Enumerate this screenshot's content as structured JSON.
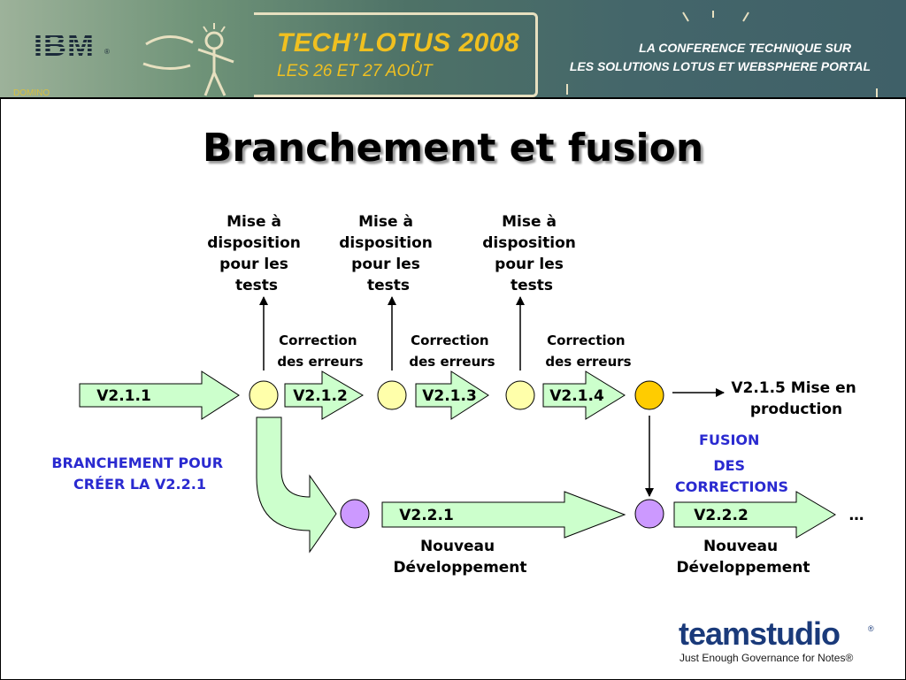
{
  "header": {
    "logo_text": "IBM",
    "logo_reg": "®",
    "corner_text": "DOMINO",
    "event_title": "TECH’LOTUS 2008",
    "event_dates": "LES 26 ET 27 AOÛT",
    "conference_line1": "LA CONFERENCE TECHNIQUE SUR",
    "conference_line2": "LES SOLUTIONS LOTUS ET WEBSPHERE PORTAL"
  },
  "slide": {
    "title": "Branchement et fusion"
  },
  "diagram": {
    "test_labels": [
      [
        "Mise à",
        "disposition",
        "pour les",
        "tests"
      ],
      [
        "Mise à",
        "disposition",
        "pour les",
        "tests"
      ],
      [
        "Mise à",
        "disposition",
        "pour les",
        "tests"
      ]
    ],
    "correction_labels": [
      [
        "Correction",
        "des erreurs"
      ],
      [
        "Correction",
        "des erreurs"
      ],
      [
        "Correction",
        "des erreurs"
      ]
    ],
    "main_versions": [
      "V2.1.1",
      "V2.1.2",
      "V2.1.3",
      "V2.1.4"
    ],
    "production_label": [
      "V2.1.5 Mise en",
      "production"
    ],
    "branch_label": [
      "BRANCHEMENT POUR",
      "CRÉER LA V2.2.1"
    ],
    "merge_label": [
      "FUSION",
      "DES",
      "CORRECTIONS"
    ],
    "branch_versions": [
      "V2.2.1",
      "V2.2.2"
    ],
    "dev_labels": [
      [
        "Nouveau",
        "Développement"
      ],
      [
        "Nouveau",
        "Développement"
      ]
    ],
    "ellipsis": "…",
    "colors": {
      "arrow_fill": "#ccffcc",
      "node_yellow": "#ffffaa",
      "node_orange": "#ffcc00",
      "node_purple": "#cc99ff",
      "accent_blue": "#2a2ad0"
    }
  },
  "footer": {
    "brand": "teamstudio",
    "brand_reg": "®",
    "tagline": "Just Enough Governance for Notes®"
  }
}
